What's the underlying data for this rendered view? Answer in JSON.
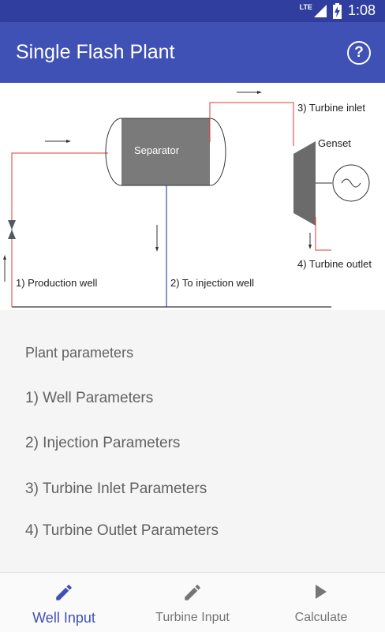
{
  "status": {
    "network": "LTE",
    "time": "1:08"
  },
  "app": {
    "title": "Single Flash Plant"
  },
  "diagram": {
    "separator_label": "Separator",
    "genset_label": "Genset",
    "turbine_inlet_label": "3) Turbine inlet",
    "turbine_outlet_label": "4) Turbine outlet",
    "production_well_label": "1) Production well",
    "injection_well_label": "2) To injection well"
  },
  "parameters": {
    "heading": "Plant parameters",
    "items": [
      "1) Well Parameters",
      "2) Injection Parameters",
      "3) Turbine Inlet Parameters",
      "4) Turbine Outlet Parameters"
    ]
  },
  "bottom_nav": {
    "items": [
      {
        "label": "Well Input",
        "icon": "pencil-icon",
        "active": true
      },
      {
        "label": "Turbine Input",
        "icon": "pencil-icon",
        "active": false
      },
      {
        "label": "Calculate",
        "icon": "play-icon",
        "active": false
      }
    ]
  },
  "colors": {
    "primary": "#3F51B5",
    "primary_dark": "#303F9F",
    "hot_pipe": "#e53935",
    "cold_pipe": "#3949AB"
  }
}
